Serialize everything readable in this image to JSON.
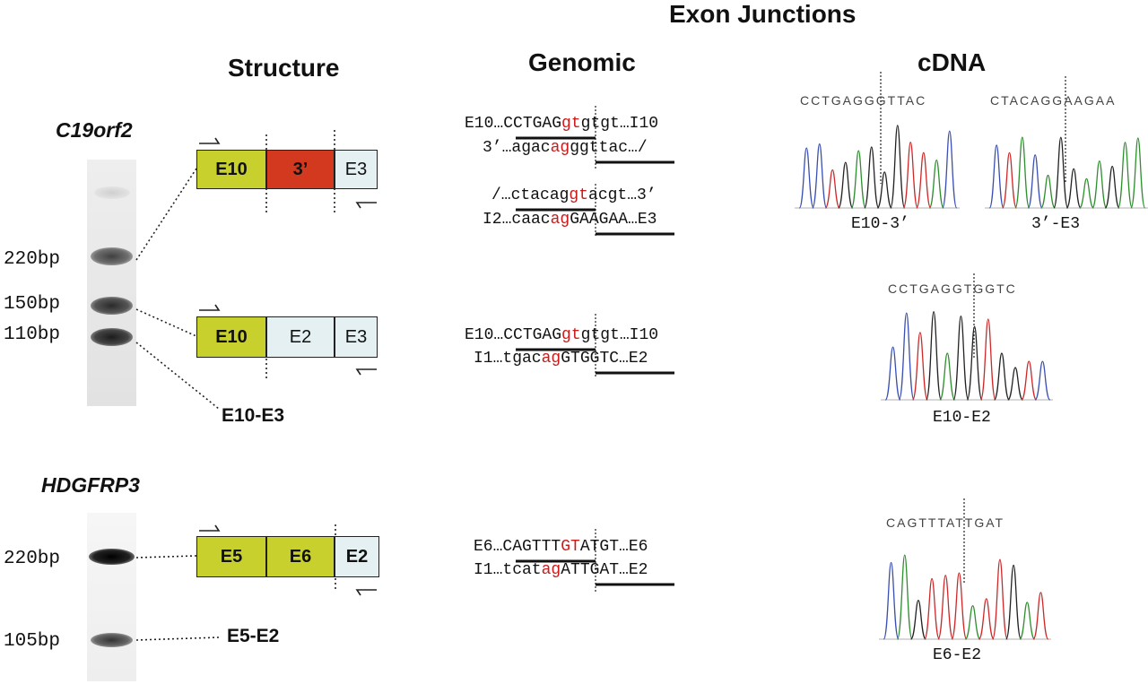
{
  "headers": {
    "exon_junctions": "Exon Junctions",
    "structure": "Structure",
    "genomic": "Genomic",
    "cdna": "cDNA"
  },
  "genes": [
    {
      "name": "C19orf2",
      "bands": [
        "220bp",
        "150bp",
        "110bp"
      ],
      "structures": [
        {
          "exons": [
            "E10",
            "3’",
            "E3"
          ]
        },
        {
          "exons": [
            "E10",
            "E2",
            "E3"
          ]
        }
      ],
      "skip_label": "E10-E3"
    },
    {
      "name": "HDGFRP3",
      "bands": [
        "220bp",
        "105bp"
      ],
      "structures": [
        {
          "exons": [
            "E5",
            "E6",
            "E2"
          ]
        }
      ],
      "skip_label": "E5-E2"
    }
  ],
  "genomic": {
    "j1": {
      "top": [
        "E10…",
        "CCTGAG",
        "gt",
        "gtgt…I10"
      ],
      "bottom": [
        "3’…",
        "agac",
        "ag",
        "ggttac",
        "…/"
      ]
    },
    "j2": {
      "top": [
        "/…",
        "ctacag",
        "gt",
        "acgt…3’"
      ],
      "bottom": [
        "I2…caac",
        "ag",
        "GAAGAA",
        "…E3"
      ]
    },
    "j3": {
      "top": [
        "E10…",
        "CCTGAG",
        "gt",
        "gtgt…I10"
      ],
      "bottom": [
        "I1…tgac",
        "ag",
        "GTGGTC",
        "…E2"
      ]
    },
    "j4": {
      "top": [
        "E6…",
        "CAGTTT",
        "GT",
        "ATGT…E6"
      ],
      "bottom": [
        "I1…tcat",
        "ag",
        "ATTGAT",
        "…E2"
      ]
    }
  },
  "cdna": [
    {
      "sequence": "CCTGAGGGTTAC",
      "label": "E10-3’"
    },
    {
      "sequence": "CTACAGGAAGAA",
      "label": "3’-E3"
    },
    {
      "sequence": "CCTGAGGTGGTC",
      "label": "E10-E2"
    },
    {
      "sequence": "CAGTTTATTGAT",
      "label": "E6-E2"
    }
  ],
  "colors": {
    "exon_yellow": "#c8d02e",
    "exon_red": "#d2391f",
    "exon_pale": "#e4f0f2",
    "junction_red": "#cc1a1a",
    "trace_a": "#2f8f2f",
    "trace_c": "#3a4fb0",
    "trace_g": "#222222",
    "trace_t": "#cc2a2a"
  }
}
